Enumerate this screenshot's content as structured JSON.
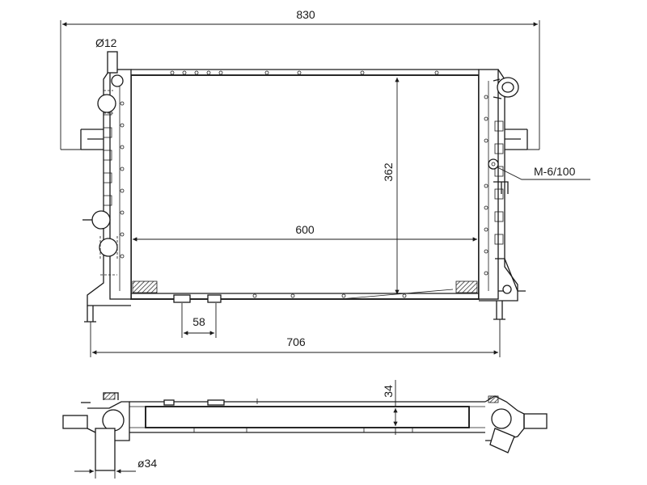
{
  "dimensions": {
    "overall_width": "830",
    "core_height": "362",
    "core_width": "600",
    "bracket_spacing": "58",
    "mount_width": "706",
    "core_depth": "34"
  },
  "callouts": {
    "bleed_pipe": "Ø12",
    "mount_bolt": "M-6/100",
    "hose_pipe": "ø34"
  },
  "colors": {
    "line": "#1a1a1a",
    "background": "#ffffff"
  }
}
